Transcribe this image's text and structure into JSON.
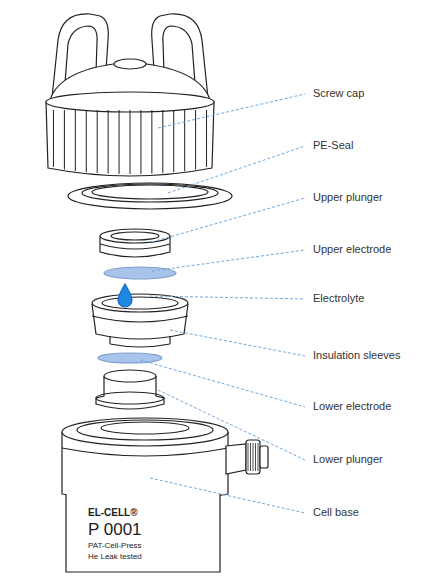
{
  "diagram": {
    "labels": [
      "Screw cap",
      "PE-Seal",
      "Upper plunger",
      "Upper electrode",
      "Electrolyte",
      "Insulation sleeves",
      "Lower electrode",
      "Lower plunger",
      "Cell base",
      "EL-CELL®",
      "P 0001",
      "PAT-Cell-Press",
      "He Leak tested"
    ]
  }
}
